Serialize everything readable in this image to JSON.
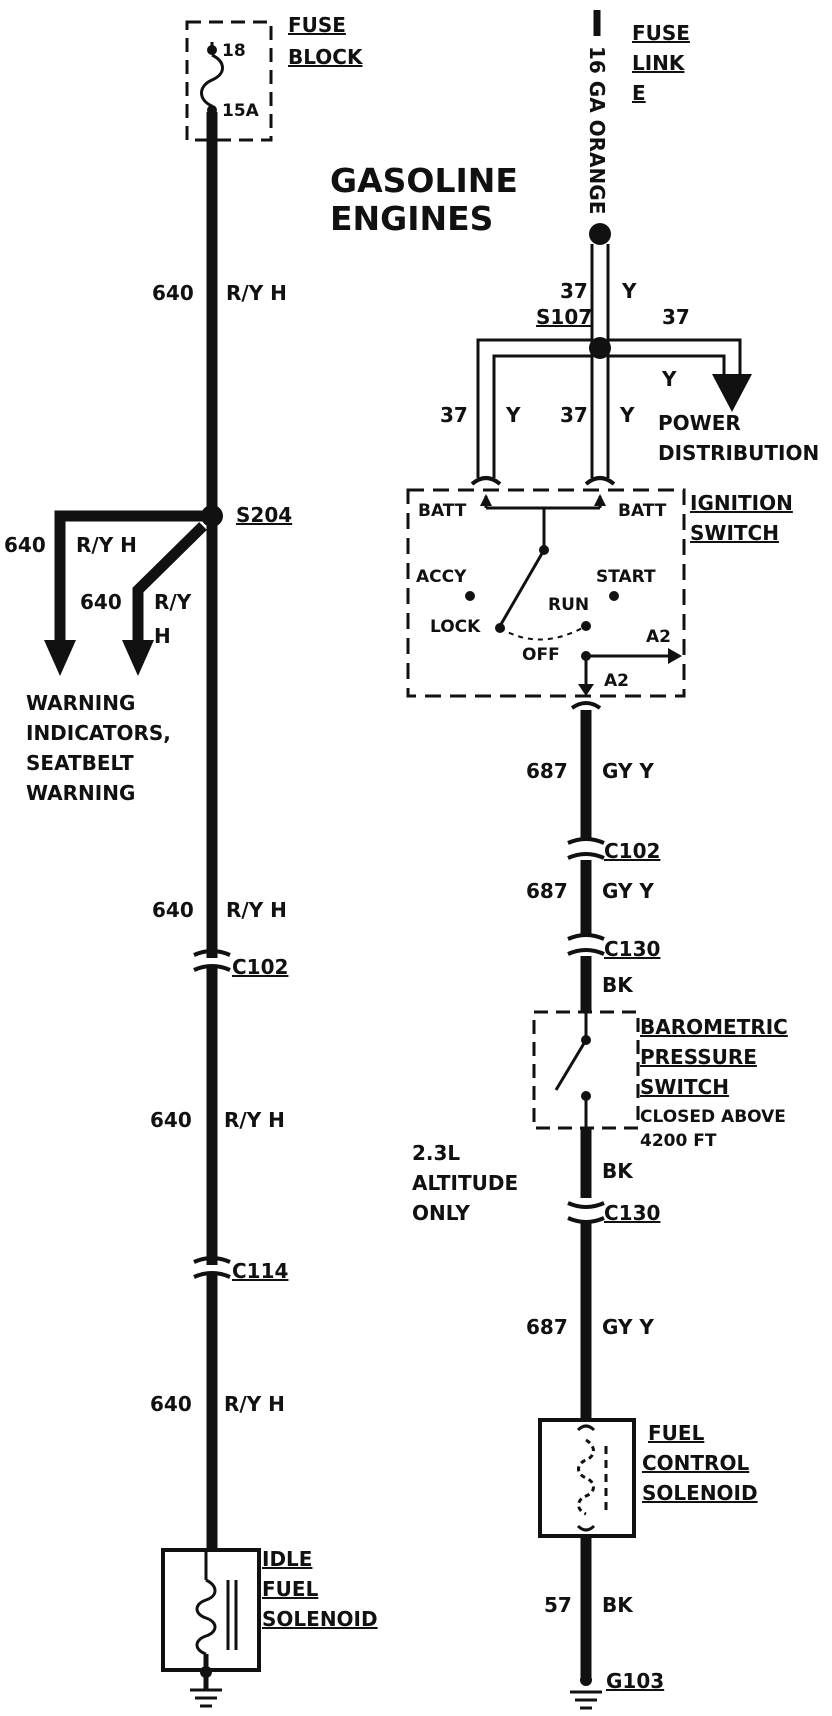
{
  "title": {
    "line1": "GASOLINE",
    "line2": "ENGINES"
  },
  "left_circuit": {
    "fuse_block": {
      "label_1": "FUSE",
      "label_2": "BLOCK",
      "fuse_number": "18",
      "fuse_rating": "15A"
    },
    "wire_labels": [
      {
        "circuit": "640",
        "color": "R/Y H"
      },
      {
        "circuit": "640",
        "color": "R/Y H"
      },
      {
        "circuit": "640",
        "color": "R/Y H"
      },
      {
        "circuit": "640",
        "color": "R/Y H"
      }
    ],
    "splice": "S204",
    "branch_a": {
      "circuit": "640",
      "color": "R/Y H"
    },
    "branch_b": {
      "circuit": "640",
      "color_1": "R/Y",
      "color_2": "H"
    },
    "branch_destination": [
      "WARNING",
      "INDICATORS,",
      "SEATBELT",
      "WARNING"
    ],
    "connectors": [
      "C102",
      "C114"
    ],
    "solenoid": {
      "line1": "IDLE",
      "line2": "FUEL",
      "line3": "SOLENOID"
    }
  },
  "right_circuit": {
    "fuse_link": {
      "line1": "FUSE",
      "line2": "LINK",
      "line3": "E"
    },
    "feed_wire": "16 GA ORANGE",
    "wire_37_top": {
      "circuit": "37",
      "color": "Y"
    },
    "splice": "S107",
    "power_branch": {
      "circuit": "37",
      "color": "Y",
      "dest_1": "POWER",
      "dest_2": "DISTRIBUTION"
    },
    "batt_feed_left": {
      "circuit": "37",
      "color": "Y"
    },
    "batt_feed_right": {
      "circuit": "37",
      "color": "Y"
    },
    "ignition_switch": {
      "label_1": "IGNITION",
      "label_2": "SWITCH",
      "batt_left": "BATT",
      "batt_right": "BATT",
      "accy": "ACCY",
      "start": "START",
      "run": "RUN",
      "lock": "LOCK",
      "off": "OFF",
      "a2_right": "A2",
      "a2_bottom": "A2"
    },
    "wire_687_a": {
      "circuit": "687",
      "color": "GY Y"
    },
    "conn_c102": "C102",
    "wire_687_b": {
      "circuit": "687",
      "color": "GY Y"
    },
    "conn_c130_top": "C130",
    "bk_1": "BK",
    "barometric": {
      "line1": "BAROMETRIC",
      "line2": "PRESSURE",
      "line3": "SWITCH",
      "note1": "CLOSED ABOVE",
      "note2": "4200 FT"
    },
    "bk_2": "BK",
    "altitude_note": [
      "2.3L",
      "ALTITUDE",
      "ONLY"
    ],
    "conn_c130_bottom": "C130",
    "wire_687_c": {
      "circuit": "687",
      "color": "GY Y"
    },
    "fuel_control": {
      "line1": "FUEL",
      "line2": "CONTROL",
      "line3": "SOLENOID"
    },
    "wire_57": {
      "circuit": "57",
      "color": "BK"
    },
    "ground": "G103"
  }
}
